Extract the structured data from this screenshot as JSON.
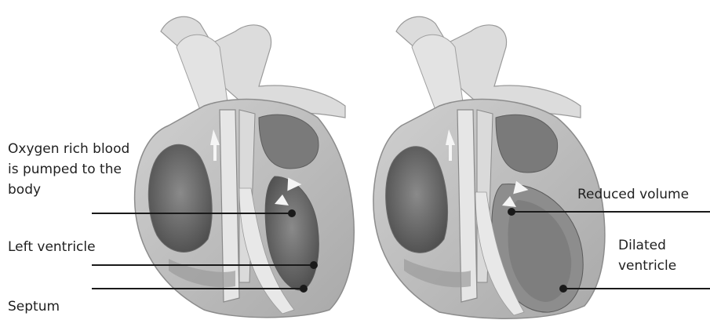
{
  "labels": {
    "oxygen_rich_blood": "Oxygen rich blood\nis pumped to the\nbody",
    "left_ventricle": "Left ventricle",
    "septum": "Septum",
    "reduced_volume": "Reduced volume",
    "dilated_ventricle": "Dilated\nventricle"
  },
  "colors": {
    "heart_wall": "#bdbdbd",
    "chamber_dark": "#6f6f6f",
    "vessel": "#d9d9d9",
    "leader_line": "#1a1a1a"
  }
}
